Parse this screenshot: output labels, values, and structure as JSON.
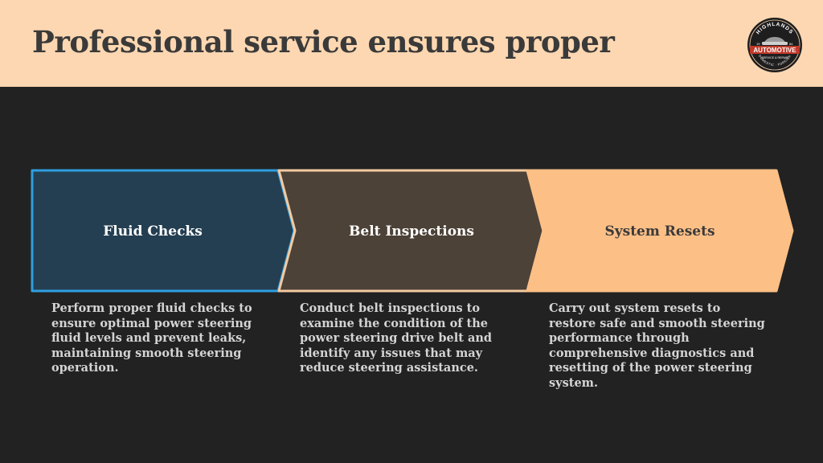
{
  "header": {
    "title": "Professional service ensures proper",
    "logo": {
      "top_text": "HIGHLANDS",
      "band_text": "AUTOMOTIVE",
      "sub_text": "SERVICE & REPAIR",
      "bottom_text": "DOMESTIC · FOREIGN",
      "left_mark": "19",
      "right_mark": "84"
    }
  },
  "steps": [
    {
      "label": "Fluid Checks",
      "description": "Perform proper fluid checks to ensure optimal power steering fluid levels and prevent leaks, maintaining smooth steering operation.",
      "fill": "#243f52",
      "stroke": "#2e9fe0",
      "text_color": "#ffffff"
    },
    {
      "label": "Belt Inspections",
      "description": "Conduct belt inspections to examine the condition of the power steering drive belt and identify any issues that may reduce steering assistance.",
      "fill": "#4d4237",
      "stroke": "#f4c9a0",
      "text_color": "#ffffff"
    },
    {
      "label": "System Resets",
      "description": "Carry out system resets to restore safe and smooth steering performance through comprehensive diagnostics and resetting of the power steering system.",
      "fill": "#fcbf86",
      "stroke": "#fcbf86",
      "text_color": "#3a3a3a"
    }
  ],
  "colors": {
    "background": "#222222",
    "header_bg": "#fdd7b1",
    "title": "#3a3a3a",
    "description": "#d4d4d4"
  }
}
